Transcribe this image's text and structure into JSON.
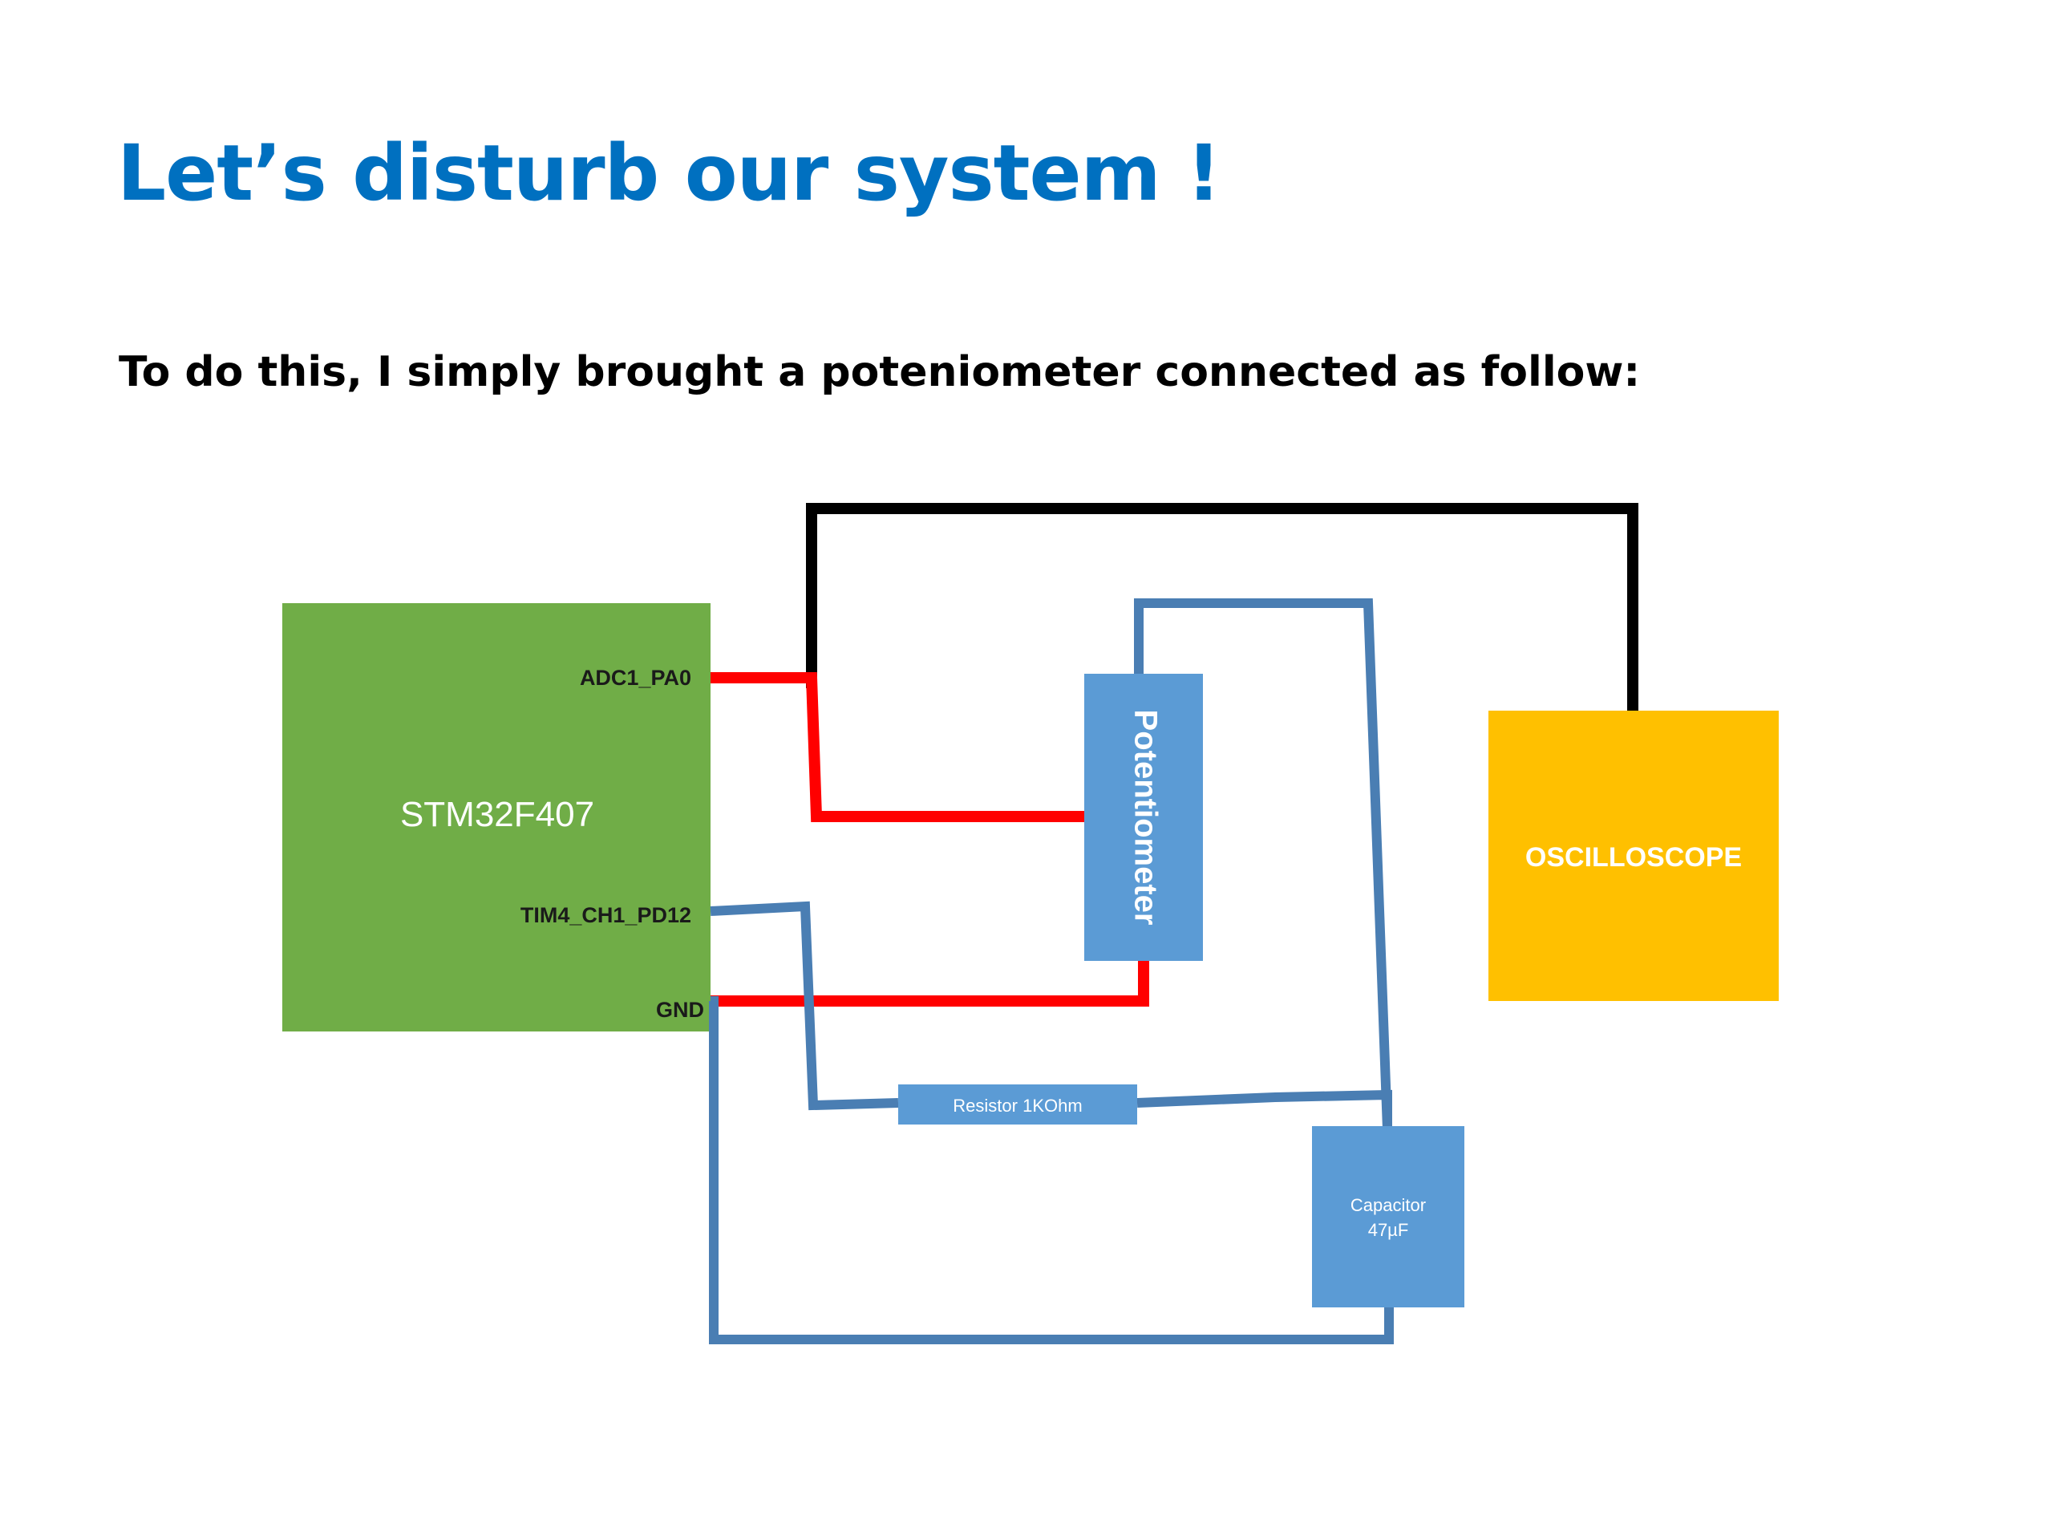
{
  "slide": {
    "title": "Let’s disturb our system !",
    "subtitle": "To do this, I simply brought a poteniometer connected as follow:"
  },
  "diagram": {
    "mcu": {
      "label": "STM32F407",
      "pins": {
        "adc": "ADC1_PA0",
        "timer": "TIM4_CH1_PD12",
        "gnd": "GND"
      }
    },
    "potentiometer": {
      "label": "Potentiometer"
    },
    "oscilloscope": {
      "label": "OSCILLOSCOPE"
    },
    "resistor": {
      "label": "Resistor 1KOhm"
    },
    "capacitor": {
      "line1": "Capacitor",
      "line2": "47µF"
    }
  },
  "colors": {
    "title": "#0070c0",
    "mcu_fill": "#70ad47",
    "component_fill": "#5b9bd5",
    "oscilloscope_fill": "#ffc000",
    "wire_red": "#ff0000",
    "wire_black": "#000000",
    "wire_blue": "#4a7eb3"
  }
}
